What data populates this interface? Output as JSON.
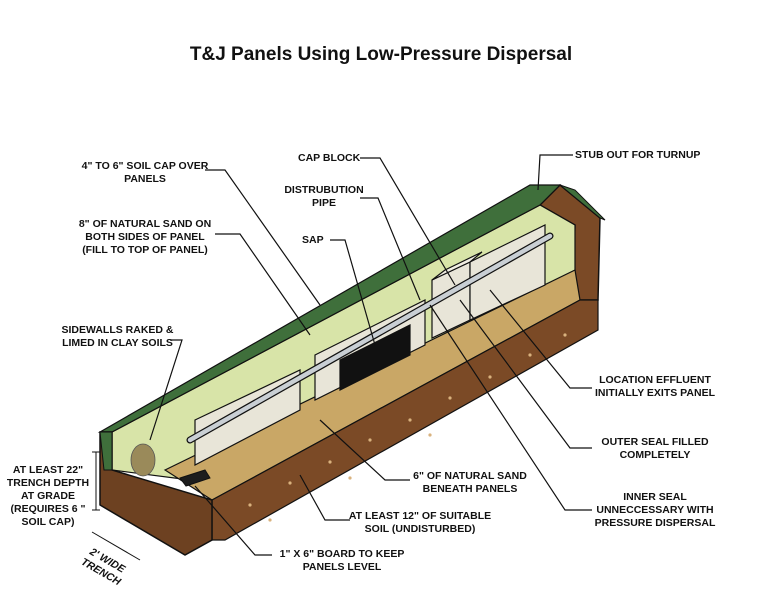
{
  "title": "T&J Panels Using Low-Pressure Dispersal",
  "labels": {
    "soil_cap": "4\" TO 6\" SOIL CAP OVER\nPANELS",
    "natural_sand_sides": "8\" OF NATURAL SAND ON\nBOTH SIDES OF PANEL\n(FILL TO TOP OF PANEL)",
    "sidewalls": "SIDEWALLS RAKED &\nLIMED IN CLAY SOILS",
    "trench_depth": "AT LEAST 22\"\nTRENCH DEPTH\nAT GRADE\n(REQUIRES 6 \"\nSOIL CAP)",
    "trench_width": "2' WIDE\nTRENCH",
    "cap_block": "CAP BLOCK",
    "distribution_pipe": "DISTRUBUTION\nPIPE",
    "sap": "SAP",
    "stub_out": "STUB OUT FOR TURNUP",
    "location_effluent": "LOCATION EFFLUENT\nINITIALLY EXITS PANEL",
    "outer_seal": "OUTER SEAL FILLED\nCOMPLETELY",
    "inner_seal": "INNER SEAL\nUNNECCESSARY WITH\nPRESSURE DISPERSAL",
    "natural_sand_beneath": "6\" OF NATURAL SAND\nBENEATH PANELS",
    "suitable_soil": "AT LEAST 12\" OF SUITABLE\nSOIL (UNDISTURBED)",
    "board": "1\" X 6\" BOARD TO KEEP\nPANELS LEVEL"
  },
  "colors": {
    "grass": "#3f6f3b",
    "soil": "#7b4a26",
    "sand": "#c9a766",
    "wall_fill": "#d8e4a8",
    "panel": "#e8e5d8",
    "pipe": "#c9cfd4",
    "leader": "#111111"
  }
}
